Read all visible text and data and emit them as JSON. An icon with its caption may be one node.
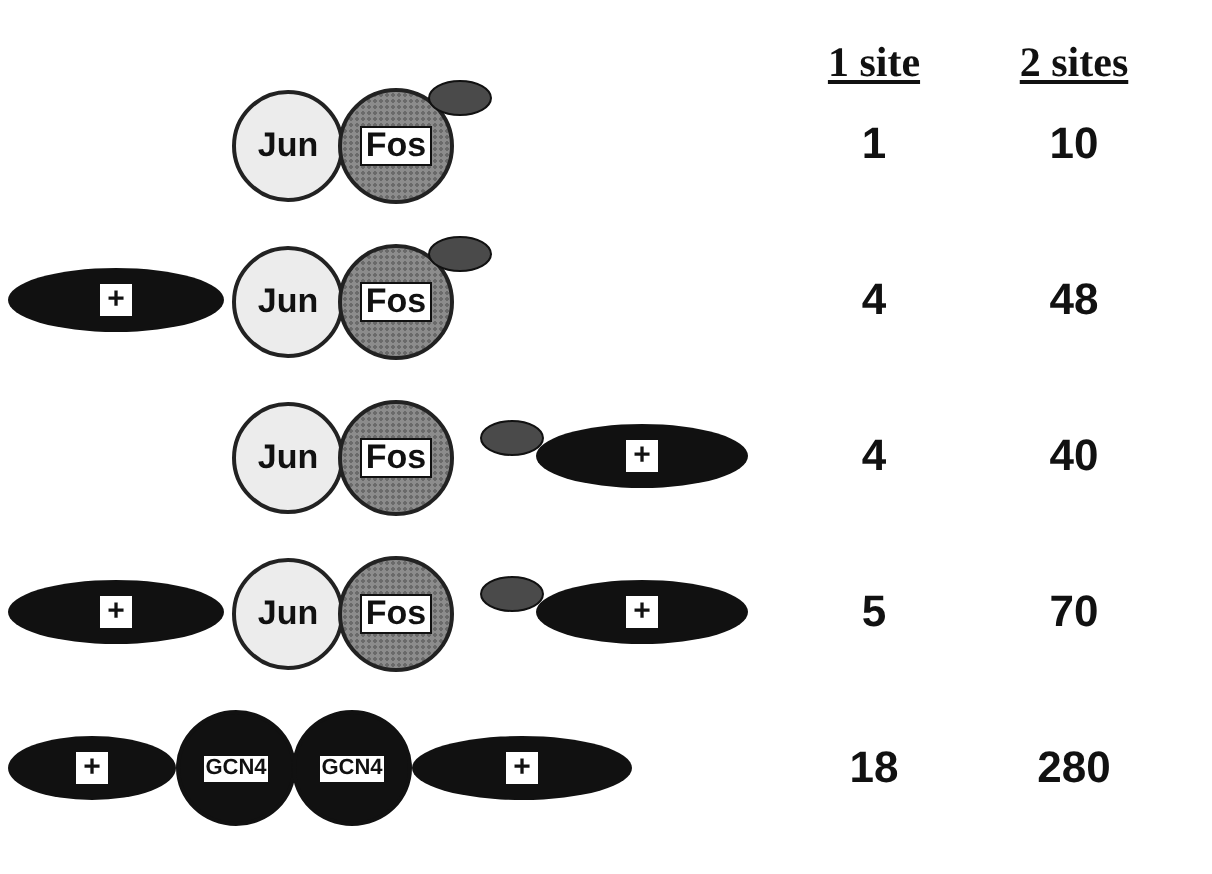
{
  "diagram": {
    "nodes": [
      {
        "text": [
          "Jun"
        ]
      },
      {
        "text": [
          "Fos"
        ]
      },
      {
        "text": [],
        "shape": "ellipse"
      },
      {
        "text": [
          "+"
        ]
      },
      {
        "text": [
          "Jun"
        ]
      },
      {
        "text": [
          "Fos"
        ]
      },
      {
        "text": [],
        "shape": "ellipse"
      },
      {
        "text": [
          "Jun"
        ]
      },
      {
        "text": [
          "Fos"
        ]
      },
      {
        "text": [],
        "shape": "ellipse"
      },
      {
        "text": [
          "+"
        ]
      },
      {
        "text": [
          "+"
        ]
      },
      {
        "text": [
          "Jun"
        ]
      },
      {
        "text": [
          "Fos"
        ]
      },
      {
        "text": [],
        "shape": "ellipse"
      },
      {
        "text": [
          "+"
        ]
      },
      {
        "text": [
          "+"
        ]
      },
      {
        "text": [
          "GCN4"
        ]
      },
      {
        "text": [
          "GCN4"
        ]
      },
      {
        "text": [
          "+"
        ]
      }
    ],
    "labels": [
      "1 site",
      "2 sites",
      "1",
      "10",
      "4",
      "48",
      "4",
      "40",
      "5",
      "70",
      "18",
      "280"
    ]
  }
}
